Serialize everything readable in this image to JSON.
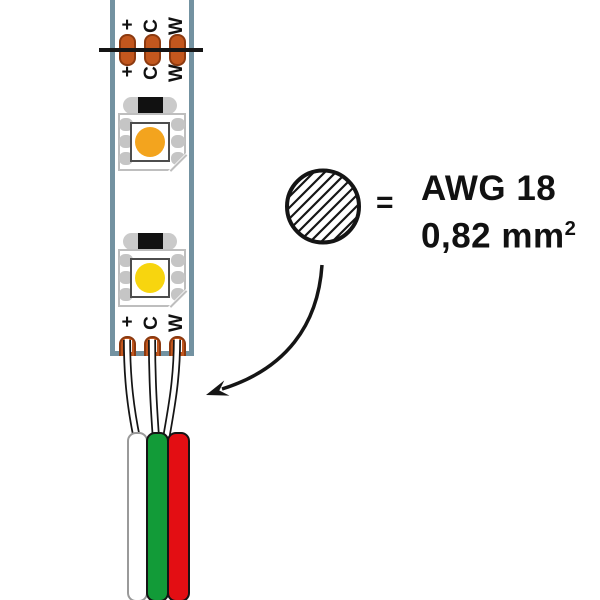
{
  "strip": {
    "description": "LED strip segment with cut line and solder pads",
    "cut_rows": {
      "above": [
        "+",
        "C",
        "W"
      ],
      "below": [
        "+",
        "C",
        "W"
      ]
    },
    "bottom_labels": [
      "+",
      "C",
      "W"
    ],
    "led_emitter_colors": [
      "#F3A41E",
      "#F7D50F"
    ],
    "pad_color": "#C2571E",
    "border_color": "#7392A1"
  },
  "wires": {
    "names": [
      "white",
      "green",
      "red"
    ],
    "colors": [
      "#FFFFFF",
      "#129B38",
      "#E30E13"
    ]
  },
  "annotation": {
    "equals": "=",
    "gauge_line1": "AWG 18",
    "gauge_line2": "0,82 mm",
    "gauge_superscript": "2"
  }
}
